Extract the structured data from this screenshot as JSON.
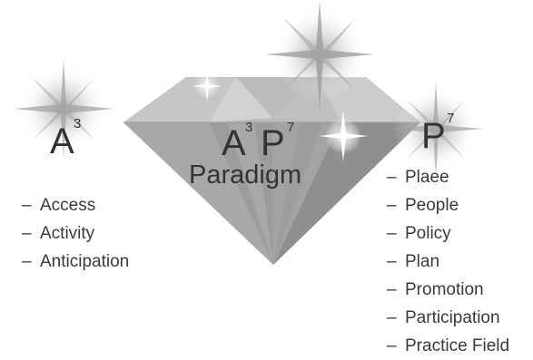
{
  "title": {
    "base_a": "A",
    "exp_a": "3",
    "base_p": "P",
    "exp_p": "7",
    "subtitle": "Paradigm"
  },
  "left": {
    "heading_base": "A",
    "heading_exp": "3",
    "bullet": "–",
    "items": [
      "Access",
      "Activity",
      "Anticipation"
    ]
  },
  "right": {
    "heading_base": "P",
    "heading_exp": "7",
    "bullet": "–",
    "items": [
      "Plaee",
      "People",
      "Policy",
      "Plan",
      "Promotion",
      "Participation",
      "Practice Field"
    ]
  },
  "colors": {
    "diamond_light": "#c9c9c9",
    "diamond_mid": "#a9a9a9",
    "diamond_dark": "#8c8c8c",
    "text": "#333333"
  },
  "icons": [
    "sparkle-icon",
    "diamond-icon"
  ]
}
